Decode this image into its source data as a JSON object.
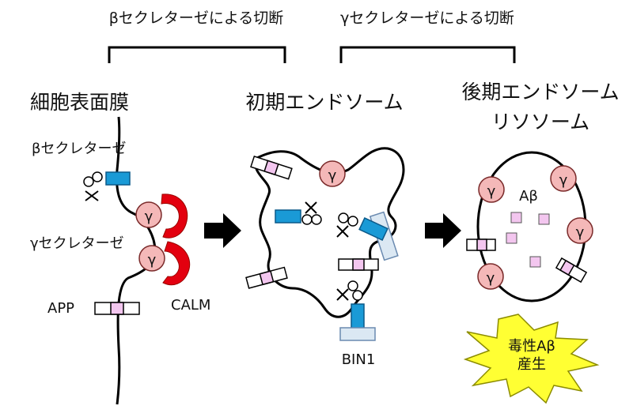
{
  "labels": {
    "beta_cleavage": "βセクレターゼによる切断",
    "gamma_cleavage": "γセクレターゼによる切断",
    "cell_surface": "細胞表面膜",
    "early_endosome": "初期エンドソーム",
    "late_endosome_line1": "後期エンドソーム",
    "late_endosome_line2": "リソソーム",
    "beta_secretase": "βセクレターゼ",
    "gamma_secretase": "γセクレターゼ",
    "app": "APP",
    "calm": "CALM",
    "bin1": "BIN1",
    "abeta": "Aβ",
    "toxic_line1": "毒性Aβ",
    "toxic_line2": "産生",
    "gamma_symbol": "γ"
  },
  "colors": {
    "gamma_fill": "#f4b8b8",
    "beta_blue": "#1a9ad6",
    "pink": "#f3c6ef",
    "calm_red": "#e3000f",
    "bin1_fill": "#dbe8f3",
    "burst_yellow": "#ffff33",
    "arrow": "#000000"
  }
}
